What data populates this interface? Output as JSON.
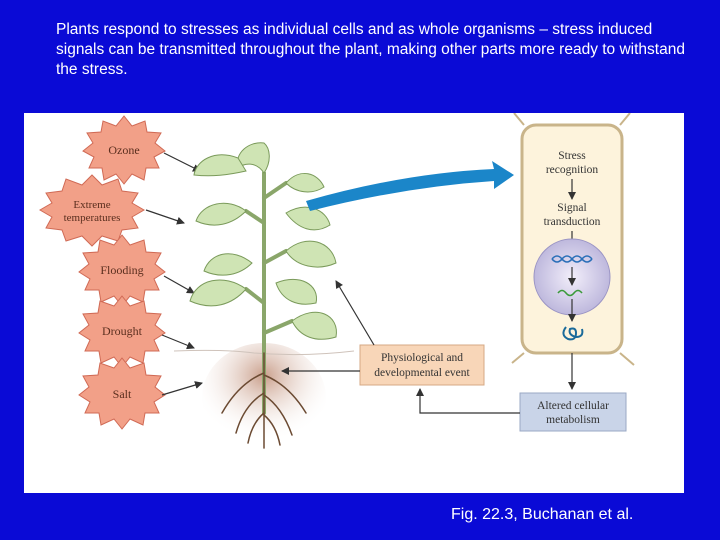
{
  "slide": {
    "title": "Plants respond to stresses as individual cells and as whole organisms – stress induced signals can be transmitted throughout the plant, making other parts more ready to withstand the stress.",
    "caption": "Fig. 22.3, Buchanan et al."
  },
  "stressors": [
    {
      "label": "Ozone"
    },
    {
      "label_line1": "Extreme",
      "label_line2": "temperatures"
    },
    {
      "label": "Flooding"
    },
    {
      "label": "Drought"
    },
    {
      "label": "Salt"
    }
  ],
  "cell": {
    "recognition_line1": "Stress",
    "recognition_line2": "recognition",
    "transduction_line1": "Signal",
    "transduction_line2": "transduction"
  },
  "boxes": {
    "physiological_line1": "Physiological and",
    "physiological_line2": "developmental event",
    "altered_line1": "Altered cellular",
    "altered_line2": "metabolism"
  },
  "colors": {
    "background": "#0a0ad6",
    "starburst_fill": "#f2a088",
    "starburst_stroke": "#d06a55",
    "leaf_fill": "#cfe4b4",
    "leaf_stroke": "#7a9a5a",
    "cell_fill": "#fdf3dc",
    "big_arrow": "#1b86c9",
    "physio_box": "#f8d6b8",
    "altered_box": "#c9d4e8"
  }
}
